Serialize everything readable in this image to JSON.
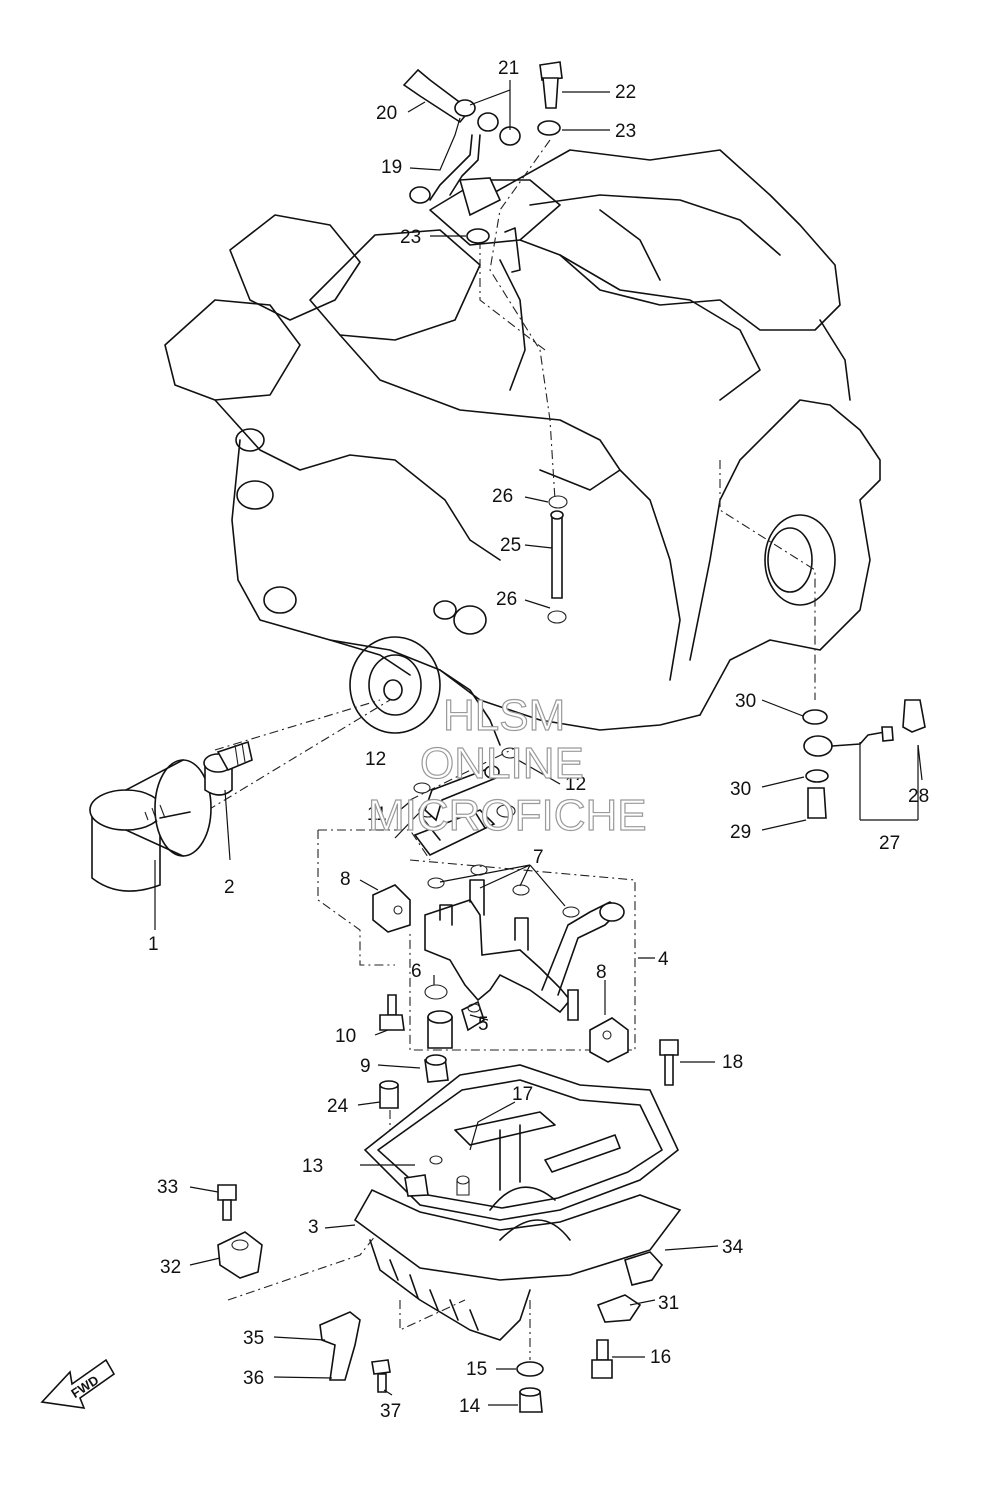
{
  "watermark": {
    "line1": "HLSM",
    "line2": "ONLINE",
    "line3": "MICROFICHE",
    "color": "#9a9a9a"
  },
  "direction_arrow": {
    "label": "FWD"
  },
  "callouts": {
    "c1": "1",
    "c2": "2",
    "c3": "3",
    "c4": "4",
    "c5": "5",
    "c6": "6",
    "c7": "7",
    "c8a": "8",
    "c8b": "8",
    "c9": "9",
    "c10": "10",
    "c11": "11",
    "c12a": "12",
    "c12b": "12",
    "c13": "13",
    "c14": "14",
    "c15": "15",
    "c16": "16",
    "c17": "17",
    "c18": "18",
    "c19": "19",
    "c20": "20",
    "c21": "21",
    "c22": "22",
    "c23a": "23",
    "c23b": "23",
    "c24": "24",
    "c25": "25",
    "c26a": "26",
    "c26b": "26",
    "c27": "27",
    "c28": "28",
    "c29": "29",
    "c30a": "30",
    "c30b": "30",
    "c31": "31",
    "c32": "32",
    "c33": "33",
    "c34": "34",
    "c35": "35",
    "c36": "36",
    "c37": "37"
  }
}
